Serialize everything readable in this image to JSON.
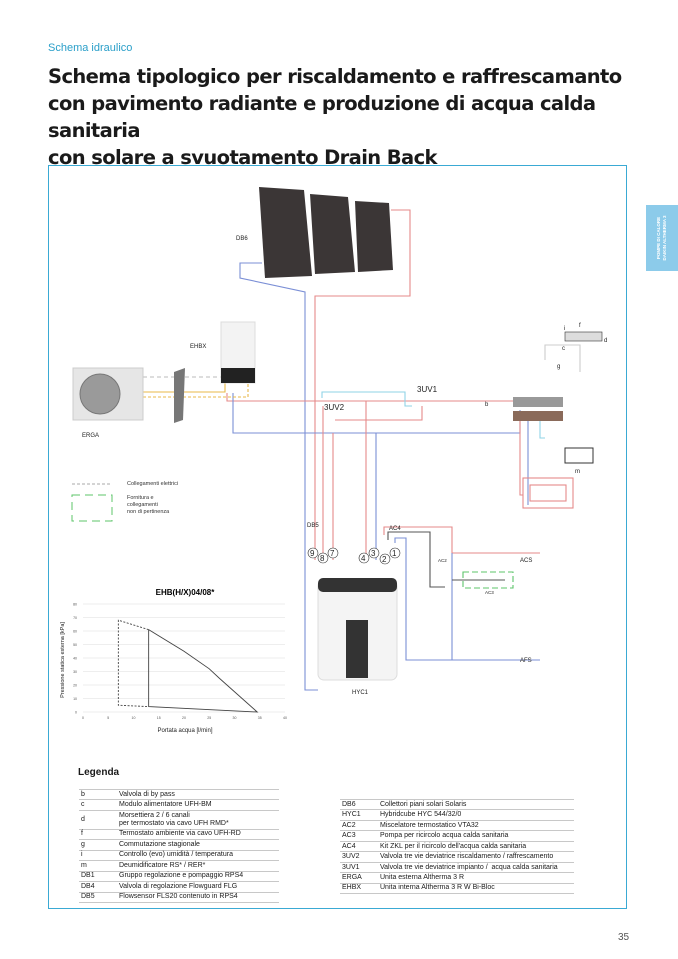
{
  "header": {
    "section": "Schema idraulico",
    "title_lines": [
      "Schema tipologico per riscaldamento e raffrescamanto",
      "con pavimento radiante e produzione di acqua calda sanitaria",
      "con solare a svuotamento Drain Back"
    ]
  },
  "side_tab": {
    "text": "POMPE DI CALORE\nDAIKIN ALTHERMA 3",
    "color": "#8ccbea"
  },
  "page_number": "35",
  "colors": {
    "accent": "#2a9fc9",
    "hot_pipe": "#e58a8a",
    "cold_pipe": "#7b8fd6",
    "electric": "#c0c0c0",
    "supply_box": "#5cc46a"
  },
  "diagram": {
    "labels": {
      "db6": "DB6",
      "ehbx": "EHBX",
      "erga": "ERGA",
      "uv1": "3UV1",
      "uv2": "3UV2",
      "db5": "DB5",
      "ac4": "AC4",
      "ac2": "AC2",
      "ac3": "AC3",
      "acs": "ACS",
      "afs": "AFS",
      "hyc1": "HYC1",
      "b": "b",
      "c": "c",
      "d": "d",
      "f": "f",
      "g": "g",
      "i": "i",
      "m": "m",
      "ports": [
        "9",
        "8",
        "7",
        "4",
        "3",
        "2",
        "1"
      ]
    },
    "key": {
      "electric": "Collegamenti elettrici",
      "supply": "Fornitura e\ncollegamenti\nnon di pertinenza"
    }
  },
  "chart_data": {
    "type": "line",
    "title": "EHB(H/X)04/08*",
    "xlabel": "Portata acqua [l/min]",
    "ylabel": "Pressione statica esterna [kPa]",
    "xlim": [
      0,
      40
    ],
    "ylim": [
      0,
      80
    ],
    "xticks": [
      "0",
      "5",
      "10",
      "15",
      "20",
      "25",
      "30",
      "35",
      "40"
    ],
    "yticks": [
      "0",
      "10",
      "20",
      "30",
      "40",
      "50",
      "60",
      "70",
      "80"
    ],
    "grid": true,
    "series": [
      {
        "style": "dashed",
        "x": [
          13,
          7,
          7,
          13
        ],
        "y": [
          61,
          68,
          5,
          4
        ]
      },
      {
        "style": "solid",
        "x": [
          13,
          20,
          25,
          27,
          34.5,
          13,
          13
        ],
        "y": [
          61,
          45,
          32,
          25,
          0,
          4,
          61
        ]
      }
    ]
  },
  "legend": {
    "title": "Legenda",
    "left": [
      {
        "code": "b",
        "desc": "Valvola di by pass"
      },
      {
        "code": "c",
        "desc": "Modulo alimentatore UFH-BM"
      },
      {
        "code": "d",
        "desc": "Morsettiera 2 / 6 canali\nper termostato via cavo UFH RMD*"
      },
      {
        "code": "f",
        "desc": "Termostato ambiente via cavo UFH-RD"
      },
      {
        "code": "g",
        "desc": "Commutazione stagionale"
      },
      {
        "code": "i",
        "desc": "Controllo (evo) umidità / temperatura"
      },
      {
        "code": "m",
        "desc": "Deumidificatore RS* / RER*"
      },
      {
        "code": "DB1",
        "desc": "Gruppo regolazione e pompaggio RPS4"
      },
      {
        "code": "DB4",
        "desc": "Valvola di regolazione Flowguard FLG"
      },
      {
        "code": "DB5",
        "desc": "Flowsensor FLS20 contenuto in RPS4"
      }
    ],
    "right": [
      {
        "code": "DB6",
        "desc": "Collettori piani solari Solaris"
      },
      {
        "code": "HYC1",
        "desc": "Hybridcube HYC 544/32/0"
      },
      {
        "code": "AC2",
        "desc": "Miscelatore termostatico VTA32"
      },
      {
        "code": "AC3",
        "desc": "Pompa per ricircolo acqua calda sanitaria"
      },
      {
        "code": "AC4",
        "desc": "Kit ZKL per il ricircolo dell'acqua calda sanitaria"
      },
      {
        "code": "3UV2",
        "desc": "Valvola tre vie deviatrice riscaldamento / raffrescamento"
      },
      {
        "code": "3UV1",
        "desc": "Valvola tre vie deviatrice impianto /  acqua calda sanitaria"
      },
      {
        "code": "ERGA",
        "desc": "Unita esterna Altherma 3 R"
      },
      {
        "code": "EHBX",
        "desc": "Unita interna Altherma 3 R W Bi-Bloc"
      }
    ]
  }
}
